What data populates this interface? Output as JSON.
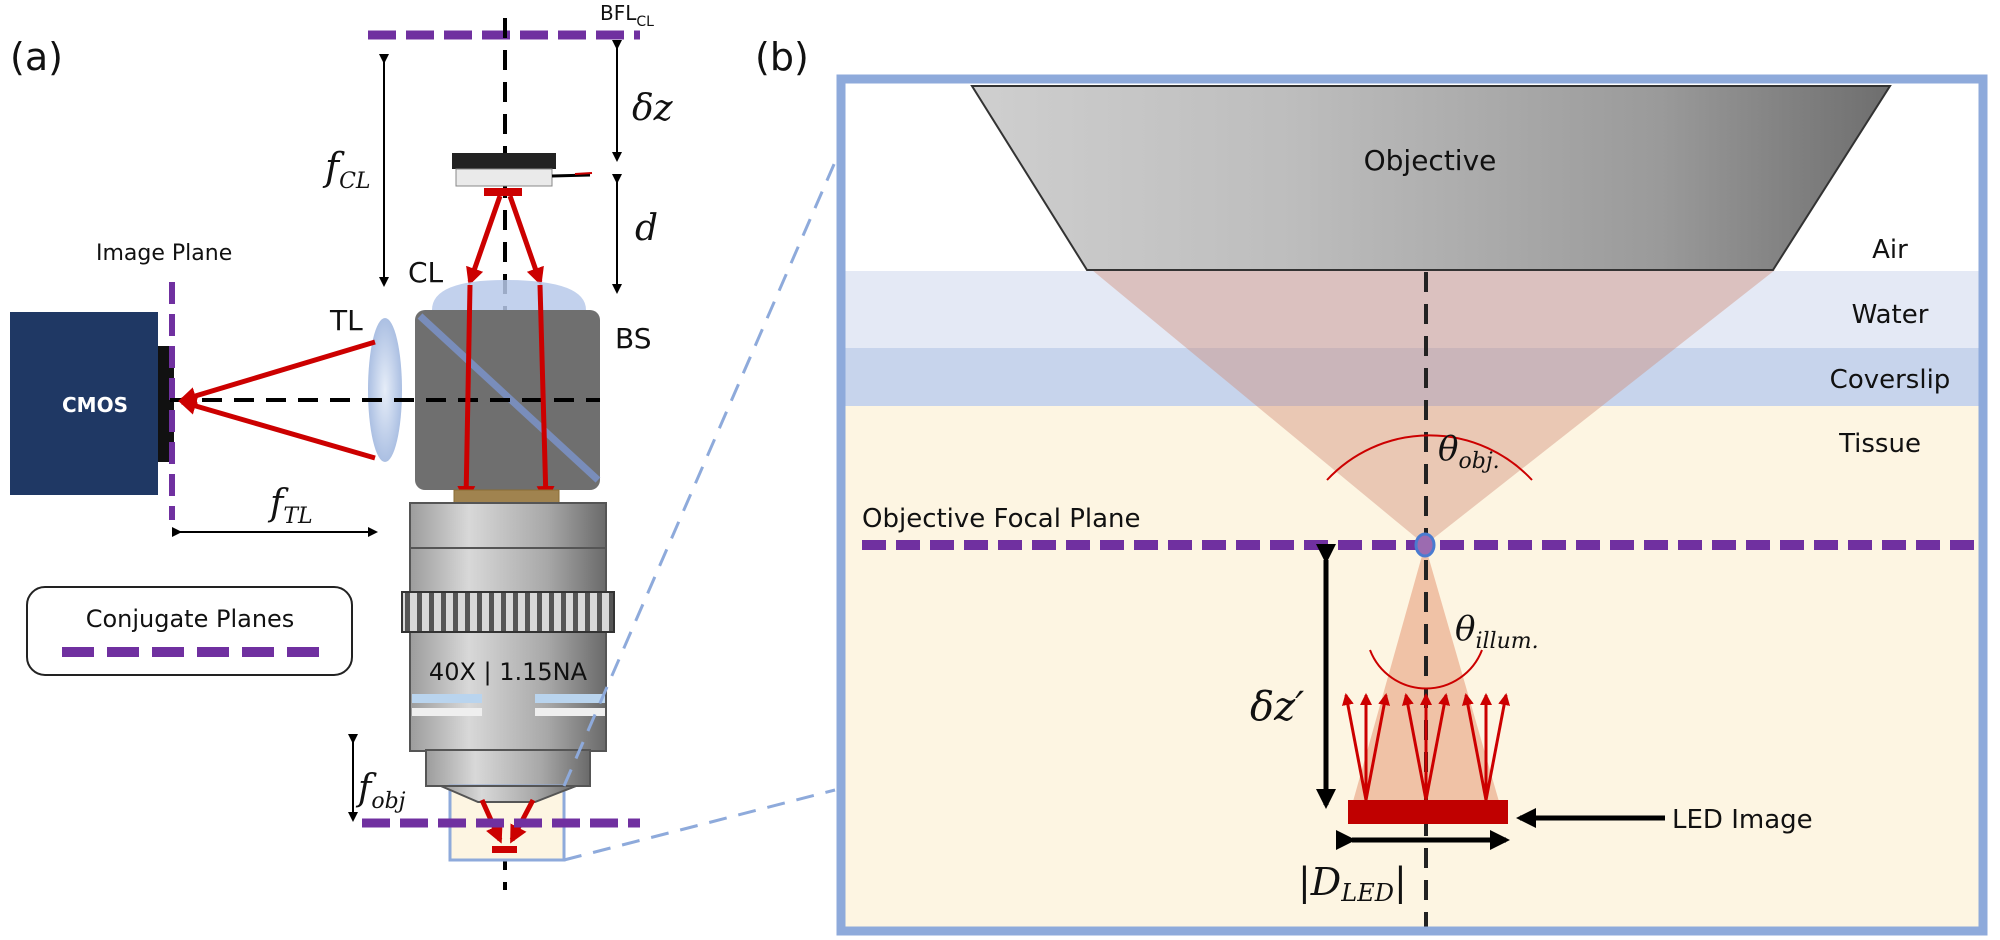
{
  "panels": {
    "a": {
      "label": "(a)",
      "components": {
        "cmos": "CMOS",
        "image_plane": "Image Plane",
        "tube_lens": "TL",
        "beam_splitter": "BS",
        "collimating_lens": "CL",
        "objective_spec": "40X | 1.15NA",
        "bfl_main": "BFL",
        "bfl_sub": "CL"
      },
      "dimensions": {
        "f_cl_main": "f",
        "f_cl_sub": "CL",
        "delta_z": "δz",
        "d": "d",
        "f_tl_main": "f",
        "f_tl_sub": "TL",
        "f_obj_main": "f",
        "f_obj_sub": "obj"
      },
      "legend": {
        "title": "Conjugate Planes"
      }
    },
    "b": {
      "label": "(b)",
      "objective": "Objective",
      "layers": [
        "Air",
        "Water",
        "Coverslip",
        "Tissue"
      ],
      "focal_plane_label": "Objective Focal Plane",
      "theta_obj_main": "θ",
      "theta_obj_sub": "obj.",
      "theta_illum_main": "θ",
      "theta_illum_sub": "illum.",
      "delta_z_prime": "δz′",
      "led_image_label": "LED Image",
      "d_led_main": "|D",
      "d_led_sub": "LED",
      "d_led_close": "|"
    }
  },
  "colors": {
    "conjugate_plane": "#7030a0",
    "ray": "#cc0000",
    "frame": "#8eaadb",
    "tissue": "#fdf5e2",
    "water": "#e4e9f5",
    "coverslip": "#c7d4ec",
    "cmos": "#1f3864",
    "cone": "#e8a07f"
  }
}
